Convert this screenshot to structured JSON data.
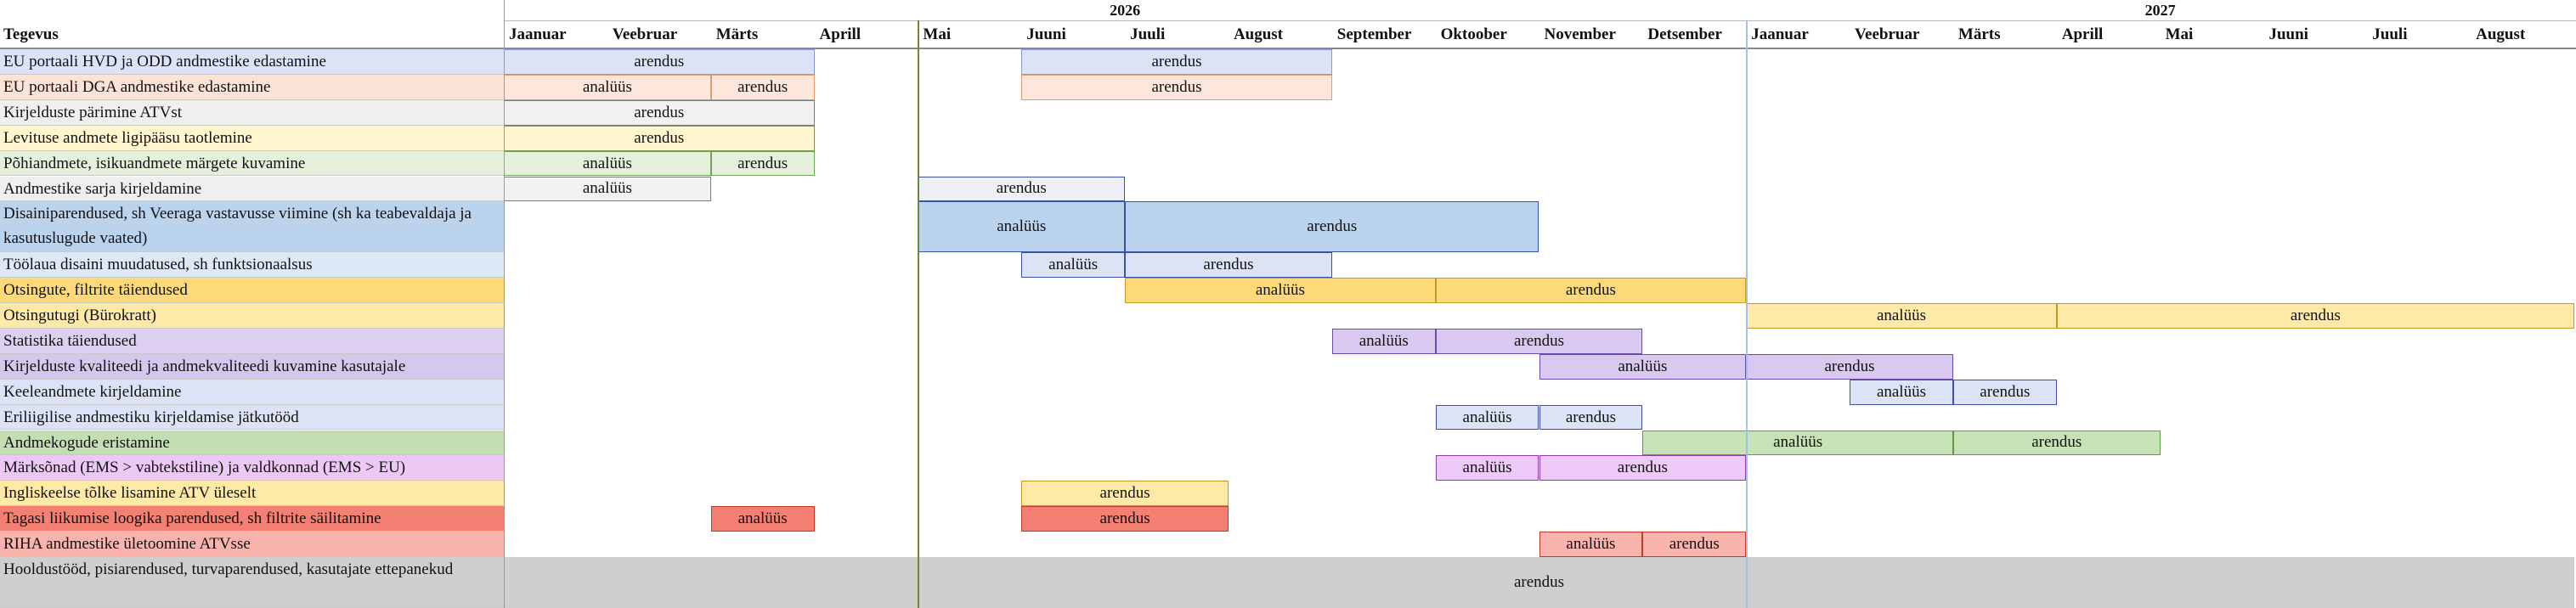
{
  "chart_data": {
    "type": "gantt",
    "header_label": "Tegevus",
    "years": [
      {
        "label": "2026",
        "start": 0,
        "end": 12
      },
      {
        "label": "2027",
        "start": 12,
        "end": 20
      }
    ],
    "months": [
      "Jaanuar",
      "Veebruar",
      "Märts",
      "Aprill",
      "Mai",
      "Juuni",
      "Juuli",
      "August",
      "September",
      "Oktoober",
      "November",
      "Detsember",
      "Jaanuar",
      "Veebruar",
      "Märts",
      "Aprill",
      "Mai",
      "Juuni",
      "Juuli",
      "August"
    ],
    "rows": [
      {
        "label": "EU portaali HVD ja ODD andmestike edastamine",
        "bg": "#dde3f6",
        "lines": 1,
        "bars": [
          {
            "start": 0,
            "end": 3,
            "text": "arendus",
            "fill": "#dde3f6",
            "border": "#8b9ad6"
          },
          {
            "start": 5,
            "end": 8,
            "text": "arendus",
            "fill": "#dde3f6",
            "border": "#8b9ad6"
          }
        ]
      },
      {
        "label": "EU portaali DGA andmestike edastamine",
        "bg": "#fce3d8",
        "lines": 1,
        "bars": [
          {
            "start": 0,
            "end": 2,
            "text": "analüüs",
            "fill": "#fde7dc",
            "border": "#e39a6e"
          },
          {
            "start": 2,
            "end": 3,
            "text": "arendus",
            "fill": "#fde7dc",
            "border": "#e39a6e"
          },
          {
            "start": 5,
            "end": 8,
            "text": "arendus",
            "fill": "#fde7dc",
            "border": "#e39a6e"
          }
        ]
      },
      {
        "label": "Kirjelduste pärimine ATVst",
        "bg": "#efefef",
        "lines": 1,
        "bars": [
          {
            "start": 0,
            "end": 3,
            "text": "arendus",
            "fill": "#f2f2f2",
            "border": "#7a7a7a"
          }
        ]
      },
      {
        "label": "Levituse andmete ligipääsu taotlemine",
        "bg": "#fff5cf",
        "lines": 1,
        "bars": [
          {
            "start": 0,
            "end": 3,
            "text": "arendus",
            "fill": "#fff5cf",
            "border": "#8a8a6a"
          }
        ]
      },
      {
        "label": "Põhiandmete, isikuandmete märgete kuvamine",
        "bg": "#e4f0dc",
        "lines": 1,
        "bars": [
          {
            "start": 0,
            "end": 2,
            "text": "analüüs",
            "fill": "#e4f0dc",
            "border": "#6fa55a"
          },
          {
            "start": 2,
            "end": 3,
            "text": "arendus",
            "fill": "#e4f0dc",
            "border": "#6fa55a"
          }
        ]
      },
      {
        "label": "Andmestike sarja kirjeldamine",
        "bg": "#efefef",
        "lines": 1,
        "bars": [
          {
            "start": 0,
            "end": 2,
            "text": "analüüs",
            "fill": "#f2f2f2",
            "border": "#7a7a7a"
          },
          {
            "start": 4,
            "end": 6,
            "text": "arendus",
            "fill": "#eef0f6",
            "border": "#3b50a8"
          }
        ]
      },
      {
        "label": "Disainiparendused, sh Veeraga vastavusse viimine (sh ka teabevaldaja ja kasutuslugude vaated)",
        "bg": "#bcd3ee",
        "lines": 2,
        "bars": [
          {
            "start": 4,
            "end": 6,
            "text": "analüüs",
            "fill": "#bcd3ee",
            "border": "#3b50a8"
          },
          {
            "start": 6,
            "end": 10,
            "text": "arendus",
            "fill": "#bcd3ee",
            "border": "#3b50a8"
          }
        ]
      },
      {
        "label": "Töölaua disaini muudatused, sh funktsionaalsus",
        "bg": "#dde8f7",
        "lines": 1,
        "bars": [
          {
            "start": 5,
            "end": 6,
            "text": "analüüs",
            "fill": "#dde3f6",
            "border": "#3b50a8"
          },
          {
            "start": 6,
            "end": 8,
            "text": "arendus",
            "fill": "#dde3f6",
            "border": "#3b50a8"
          }
        ]
      },
      {
        "label": "Otsingute, filtrite täiendused",
        "bg": "#fdd978",
        "lines": 1,
        "bars": [
          {
            "start": 6,
            "end": 9,
            "text": "analüüs",
            "fill": "#fdd978",
            "border": "#c39a1f"
          },
          {
            "start": 9,
            "end": 12,
            "text": "arendus",
            "fill": "#fdd978",
            "border": "#c39a1f"
          }
        ]
      },
      {
        "label": "Otsingutugi (Bürokratt)",
        "bg": "#ffe9a6",
        "lines": 1,
        "bars": [
          {
            "start": 12,
            "end": 15,
            "text": "analüüs",
            "fill": "#ffe9a6",
            "border": "#c39a1f"
          },
          {
            "start": 15,
            "end": 20,
            "text": "arendus",
            "fill": "#ffe9a6",
            "border": "#c39a1f"
          }
        ]
      },
      {
        "label": "Statistika täiendused",
        "bg": "#dccff0",
        "lines": 1,
        "bars": [
          {
            "start": 8,
            "end": 9,
            "text": "analüüs",
            "fill": "#d9c8f0",
            "border": "#6b4aa8"
          },
          {
            "start": 9,
            "end": 11,
            "text": "arendus",
            "fill": "#d9c8f0",
            "border": "#6b4aa8"
          }
        ]
      },
      {
        "label": "Kirjelduste kvaliteedi ja andmekvaliteedi kuvamine kasutajale",
        "bg": "#d6c7ee",
        "lines": 1,
        "bars": [
          {
            "start": 10,
            "end": 12,
            "text": "analüüs",
            "fill": "#d9c8f0",
            "border": "#6b4aa8"
          },
          {
            "start": 12,
            "end": 14,
            "text": "arendus",
            "fill": "#d9c8f0",
            "border": "#6b4aa8"
          }
        ]
      },
      {
        "label": "Keeleandmete kirjeldamine",
        "bg": "#dde3f6",
        "lines": 1,
        "bars": [
          {
            "start": 13,
            "end": 14,
            "text": "analüüs",
            "fill": "#dde3f6",
            "border": "#3b50a8"
          },
          {
            "start": 14,
            "end": 15,
            "text": "arendus",
            "fill": "#dde3f6",
            "border": "#3b50a8"
          }
        ]
      },
      {
        "label": "Eriliigilise andmestiku kirjeldamise jätkutööd",
        "bg": "#dde3f6",
        "lines": 1,
        "bars": [
          {
            "start": 9,
            "end": 10,
            "text": "analüüs",
            "fill": "#dde3f6",
            "border": "#3b50a8"
          },
          {
            "start": 10,
            "end": 11,
            "text": "arendus",
            "fill": "#dde3f6",
            "border": "#3b50a8"
          }
        ]
      },
      {
        "label": "Andmekogude eristamine",
        "bg": "#c3deb2",
        "lines": 1,
        "bars": [
          {
            "start": 11,
            "end": 14,
            "text": "analüüs",
            "fill": "#c8e2b7",
            "border": "#5e9a47"
          },
          {
            "start": 14,
            "end": 16,
            "text": "arendus",
            "fill": "#c8e2b7",
            "border": "#5e9a47"
          }
        ]
      },
      {
        "label": " Märksõnad (EMS > vabtekstiline) ja valdkonnad (EMS > EU)",
        "bg": "#ecc9f5",
        "lines": 1,
        "bars": [
          {
            "start": 9,
            "end": 10,
            "text": "analüüs",
            "fill": "#edcaf7",
            "border": "#8a3eaa"
          },
          {
            "start": 10,
            "end": 12,
            "text": "arendus",
            "fill": "#edcaf7",
            "border": "#8a3eaa"
          }
        ]
      },
      {
        "label": "Ingliskeelse tõlke lisamine ATV üleselt",
        "bg": "#ffe9a6",
        "lines": 1,
        "bars": [
          {
            "start": 5,
            "end": 7,
            "text": "arendus",
            "fill": "#ffe9a6",
            "border": "#c39a1f"
          }
        ]
      },
      {
        "label": "Tagasi liikumise loogika parendused, sh filtrite säilitamine",
        "bg": "#f47f73",
        "lines": 1,
        "bars": [
          {
            "start": 2,
            "end": 3,
            "text": "analüüs",
            "fill": "#f47f73",
            "border": "#c0392b"
          },
          {
            "start": 5,
            "end": 7,
            "text": "arendus",
            "fill": "#f47f73",
            "border": "#c0392b"
          }
        ]
      },
      {
        "label": "RIHA andmestike ületoomine ATVsse",
        "bg": "#f8b4ad",
        "lines": 1,
        "bars": [
          {
            "start": 10,
            "end": 11,
            "text": "analüüs",
            "fill": "#f8b4ad",
            "border": "#c0392b"
          },
          {
            "start": 11,
            "end": 12,
            "text": "arendus",
            "fill": "#f8b4ad",
            "border": "#c0392b"
          }
        ]
      },
      {
        "label": "Hooldustööd, pisiarendused, turvaparendused, kasutajate ettepanekud",
        "bg": "#cfcfcf",
        "lines": 2,
        "bars": [
          {
            "start": 0,
            "end": 20,
            "text": "arendus",
            "fill": "#cfcfcf",
            "border": "#cfcfcf"
          }
        ]
      }
    ],
    "markers": [
      {
        "at": 4,
        "color": "#6a8a3a"
      },
      {
        "at": 12,
        "color": "#9fc3e8"
      }
    ]
  }
}
